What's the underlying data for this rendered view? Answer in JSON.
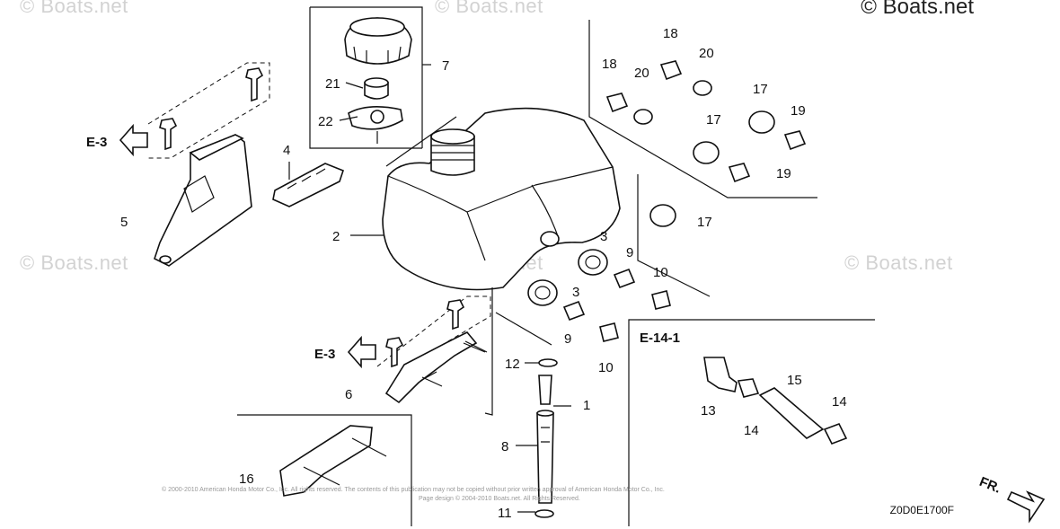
{
  "copyright": "© Boats.net",
  "watermarks": [
    "© Boats.net",
    "© Boats.net",
    "© Boats.net",
    "© Boats.net",
    "© Boats.net",
    "© Boats.net"
  ],
  "diagram_code": "Z0D0E1700F",
  "front_label": "FR.",
  "fine_print": [
    "© 2000-2010 American Honda Motor Co., Inc. All rights reserved. The contents of this publication may not be copied without prior written approval of American Honda Motor Co., Inc.",
    "Page design © 2004-2010 Boats.net. All Rights Reserved."
  ],
  "refs": {
    "e3_top": "E-3",
    "e3_bottom": "E-3",
    "e14": "E-14-1"
  },
  "callouts": {
    "c1": "1",
    "c2": "2",
    "c3a": "3",
    "c3b": "3",
    "c4": "4",
    "c5": "5",
    "c6": "6",
    "c7": "7",
    "c8": "8",
    "c9a": "9",
    "c9b": "9",
    "c10a": "10",
    "c10b": "10",
    "c11": "11",
    "c12": "12",
    "c13": "13",
    "c14a": "14",
    "c14b": "14",
    "c15": "15",
    "c16": "16",
    "c17a": "17",
    "c17b": "17",
    "c17c": "17",
    "c18a": "18",
    "c18b": "18",
    "c19a": "19",
    "c19b": "19",
    "c20a": "20",
    "c20b": "20",
    "c21": "21",
    "c22": "22"
  }
}
